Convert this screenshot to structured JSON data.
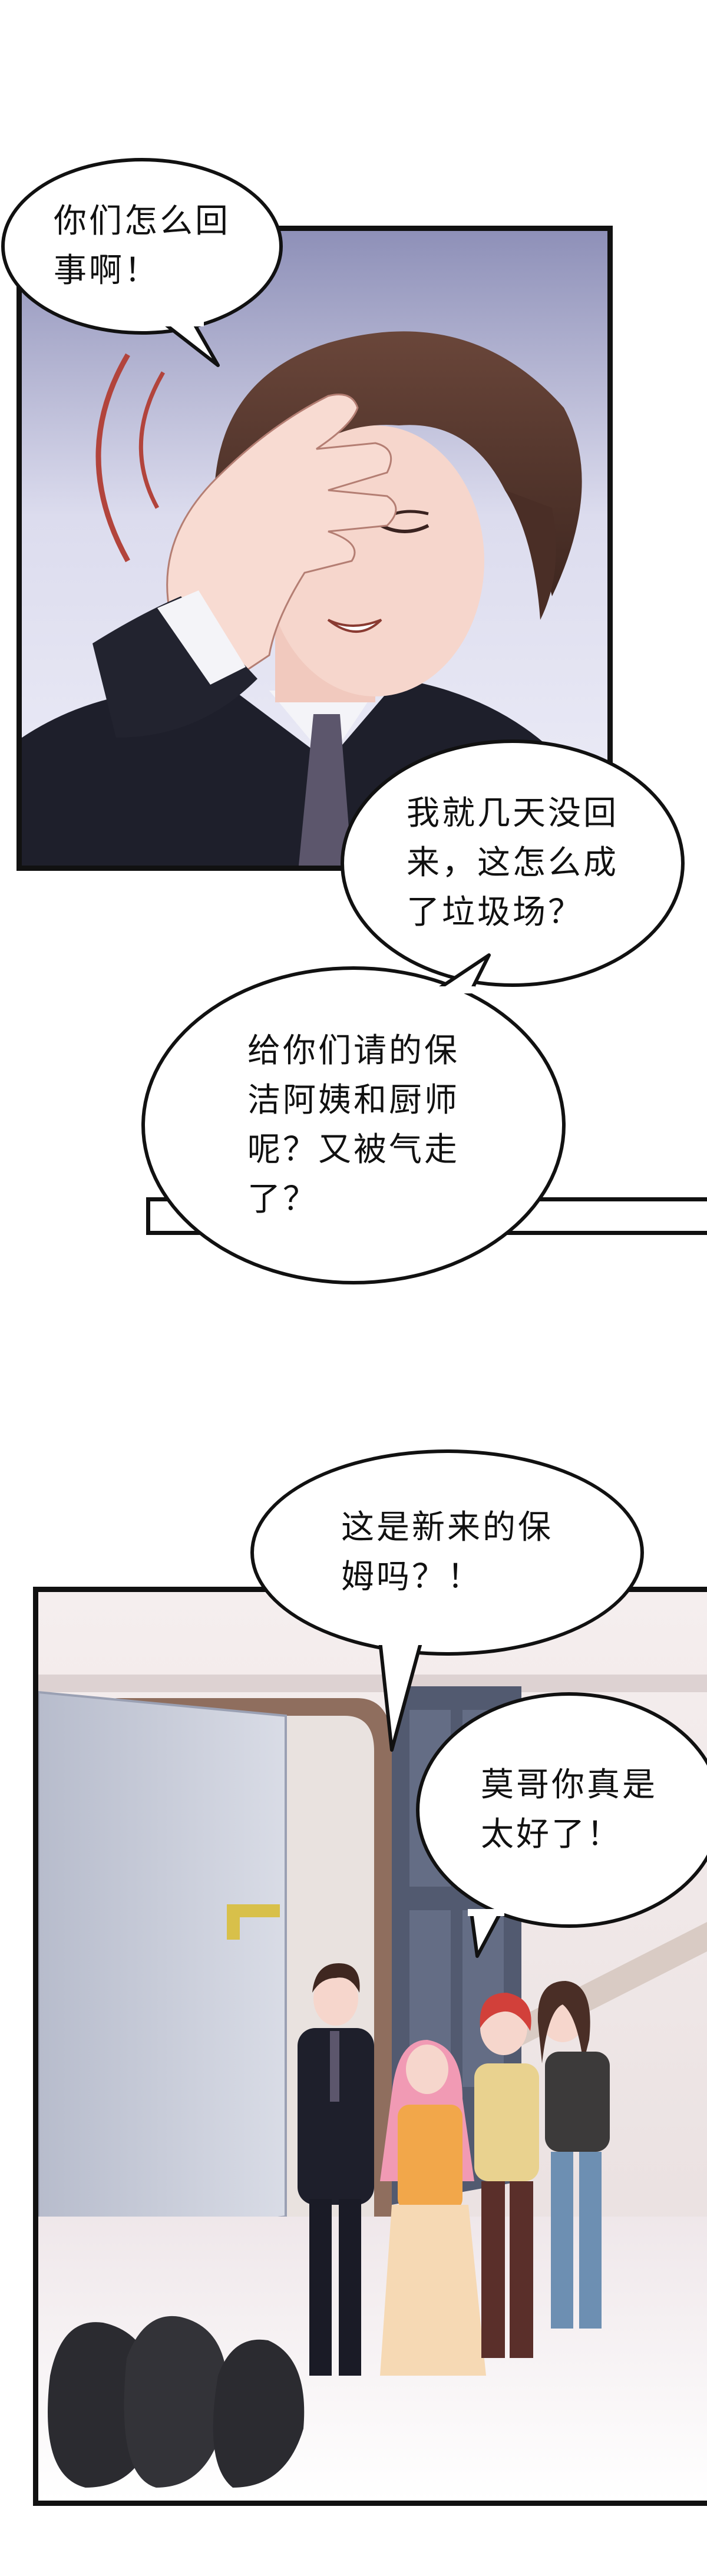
{
  "bubbles": {
    "b1": {
      "line1": "你们怎么回",
      "line2": "事啊！"
    },
    "b2": {
      "line1": "我就几天没回",
      "line2": "来，这怎么成",
      "line3": "了垃圾场？"
    },
    "b3": {
      "line1": "给你们请的保",
      "line2": "洁阿姨和厨师",
      "line3": "呢？又被气走",
      "line4": "了？"
    },
    "b4": {
      "line1": "这是新来的保",
      "line2": "姆吗？！"
    },
    "b5": {
      "line1": "莫哥你真是",
      "line2": "太好了！"
    }
  },
  "colors": {
    "panel_border": "#111111",
    "hair": "#5a3a2e",
    "suit": "#1e1f2b",
    "skin": "#f6d6cc",
    "door": "#c9ccd8",
    "wall": "#efe8e8"
  }
}
